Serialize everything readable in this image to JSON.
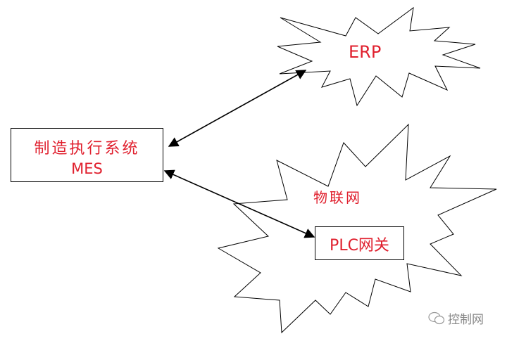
{
  "nodes": {
    "mes": {
      "line1": "制造执行系统",
      "line2": "MES"
    },
    "erp": {
      "label": "ERP"
    },
    "iot": {
      "label": "物联网"
    },
    "plc": {
      "label": "PLC网关"
    }
  },
  "watermark": {
    "text": "控制网",
    "icon": "wechat-icon"
  },
  "colors": {
    "label": "#e0202e",
    "stroke": "#000000"
  }
}
